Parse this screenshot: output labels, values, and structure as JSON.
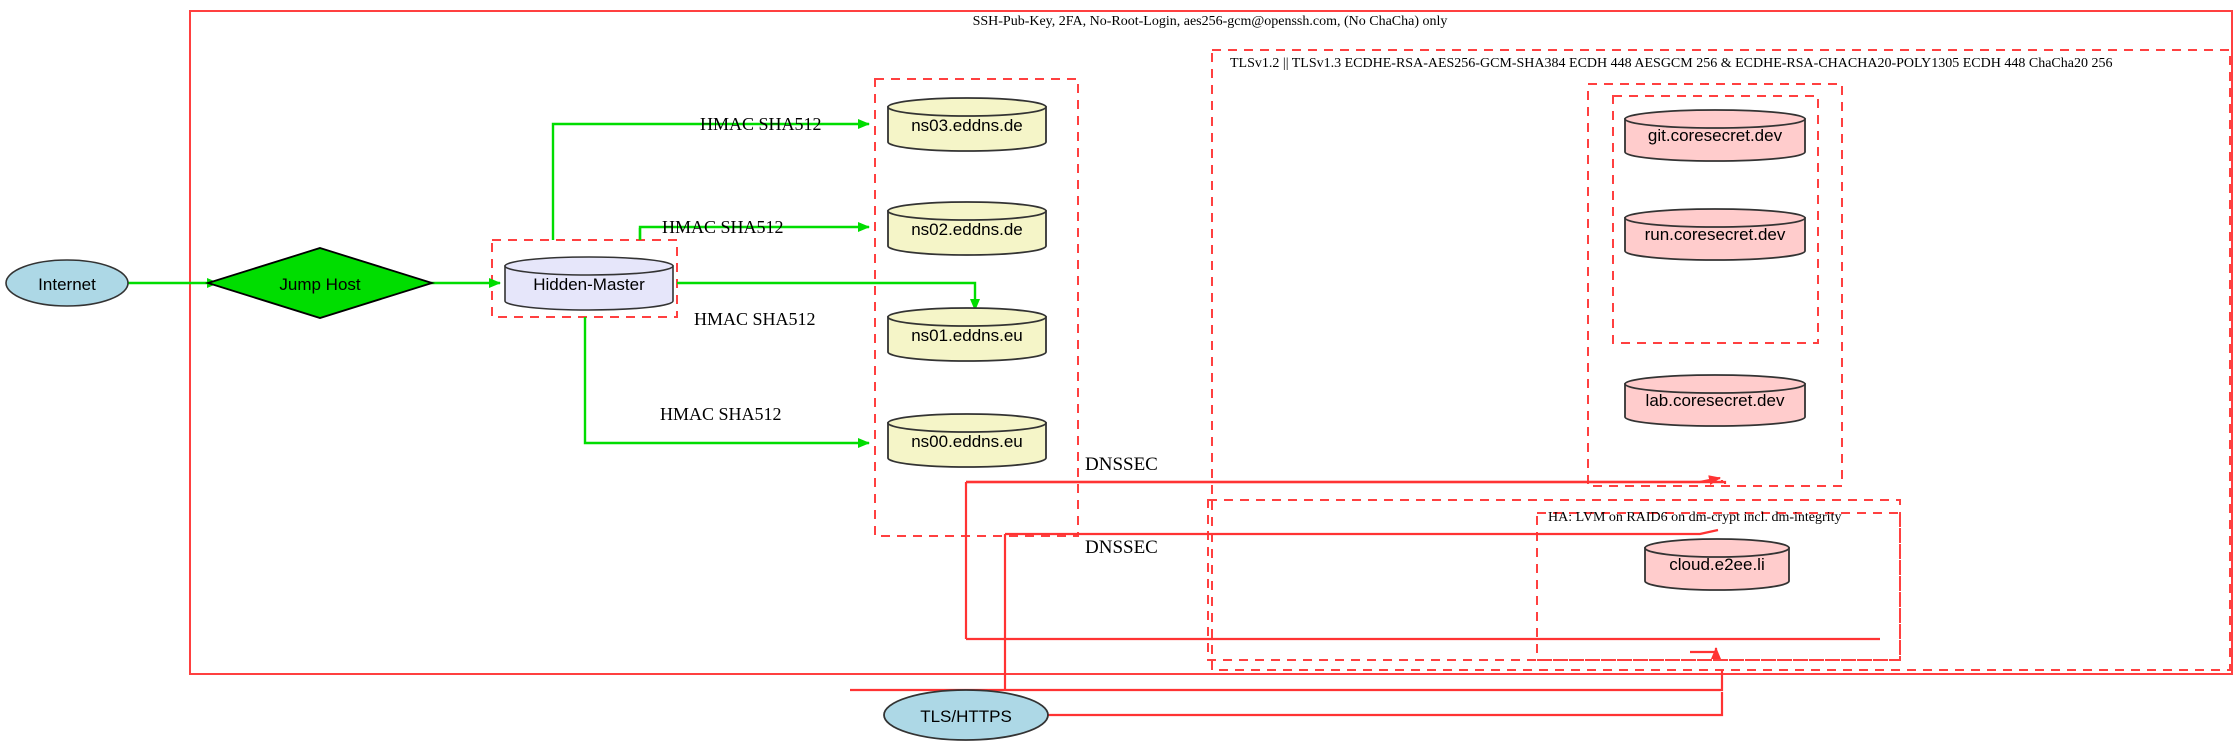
{
  "diagram": {
    "title_annotation": "SSH-Pub-Key, 2FA, No-Root-Login, aes256-gcm@openssh.com, (No ChaCha) only",
    "tls_annotation": "TLSv1.2 || TLSv1.3 ECDHE-RSA-AES256-GCM-SHA384 ECDH 448 AESGCM 256 & ECDHE-RSA-CHACHA20-POLY1305 ECDH 448 ChaCha20 256",
    "ha_annotation": "HA: LVM on RAID6 on dm-crypt incl. dm-integrity",
    "colors": {
      "outer_border": "#ff4040",
      "cluster_dashed": "#ff4040",
      "green_edge": "#00dd00",
      "red_edge": "#ff3333",
      "internet_fill": "#add8e6",
      "jumphost_fill": "#00dd00",
      "master_fill": "#e6e6fa",
      "dns_fill": "#f5f5c8",
      "secret_fill": "#ffcccc",
      "node_stroke": "#333333"
    }
  },
  "nodes": {
    "internet": {
      "label": "Internet",
      "shape": "ellipse"
    },
    "jump_host": {
      "label": "Jump Host",
      "shape": "diamond"
    },
    "hidden_master": {
      "label": "Hidden-Master",
      "shape": "cylinder"
    },
    "ns03": {
      "label": "ns03.eddns.de",
      "shape": "cylinder"
    },
    "ns02": {
      "label": "ns02.eddns.de",
      "shape": "cylinder"
    },
    "ns01": {
      "label": "ns01.eddns.eu",
      "shape": "cylinder"
    },
    "ns00": {
      "label": "ns00.eddns.eu",
      "shape": "cylinder"
    },
    "git": {
      "label": "git.coresecret.dev",
      "shape": "cylinder"
    },
    "run": {
      "label": "run.coresecret.dev",
      "shape": "cylinder"
    },
    "lab": {
      "label": "lab.coresecret.dev",
      "shape": "cylinder"
    },
    "cloud": {
      "label": "cloud.e2ee.li",
      "shape": "cylinder"
    },
    "tls_https": {
      "label": "TLS/HTTPS",
      "shape": "ellipse"
    }
  },
  "edge_labels": {
    "hmac_ns03": "HMAC SHA512",
    "hmac_ns02": "HMAC SHA512",
    "hmac_ns01": "HMAC SHA512",
    "hmac_ns00": "HMAC SHA512",
    "dnssec_upper": "DNSSEC",
    "dnssec_lower": "DNSSEC"
  }
}
